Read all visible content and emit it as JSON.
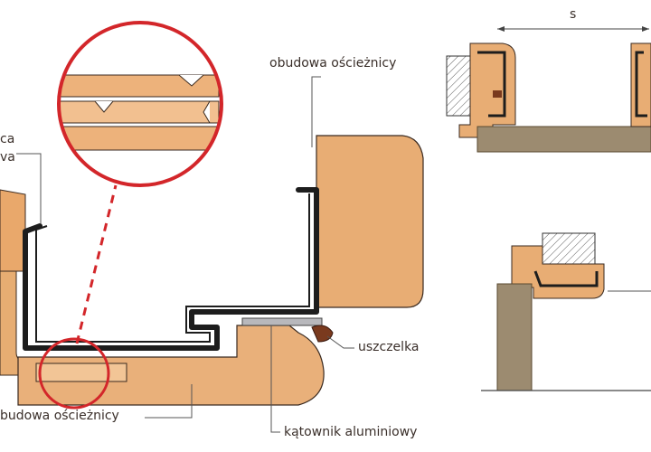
{
  "labels": {
    "frame_casing_top": "obudowa ościeżnicy",
    "frame_casing_bottom": "budowa ościeżnicy",
    "seal": "uszczelka",
    "aluminium_angle": "kątownik aluminiowy",
    "cut_top_left_line1": "ca",
    "cut_top_left_line2": "va",
    "dimension_s": "s"
  },
  "colors": {
    "wood": "#e7ad72",
    "wood_light": "#f0c090",
    "steel": "#1d1d1d",
    "callout_red": "#d3262a",
    "floor": "#9c8b70",
    "seal": "#7a3a1e",
    "aluminium": "#b8b8bc"
  }
}
